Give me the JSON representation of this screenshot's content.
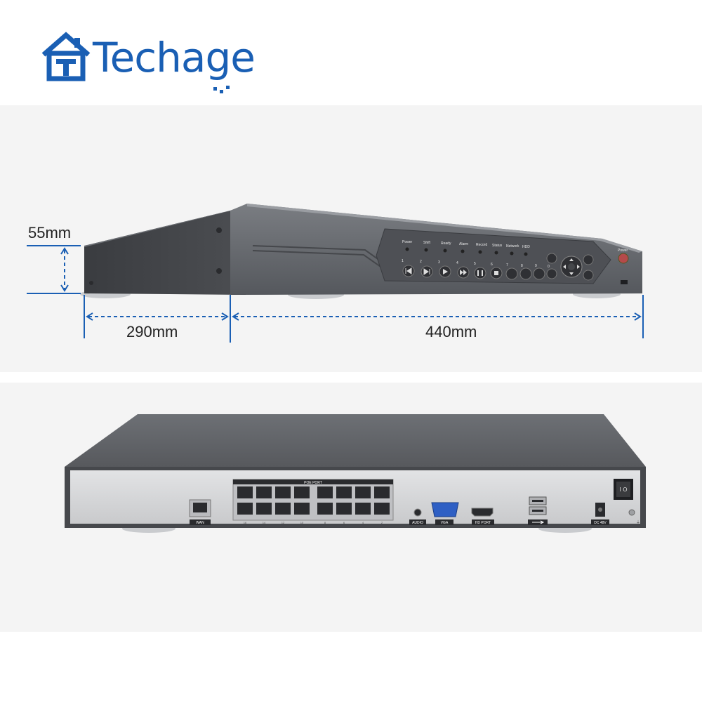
{
  "brand": {
    "name": "Techage",
    "color": "#1a5fb4"
  },
  "dimensions": {
    "height": "55mm",
    "depth": "290mm",
    "width": "440mm"
  },
  "front_panel": {
    "indicators": [
      "Power",
      "Shift",
      "Ready",
      "Alarm",
      "Record",
      "Status",
      "Network",
      "HDD"
    ],
    "button_numbers": [
      "1",
      "2",
      "3",
      "4",
      "5",
      "6",
      "7",
      "8",
      "9",
      "0"
    ],
    "power_label": "Power"
  },
  "rear_panel": {
    "wan_label": "WAN",
    "poe_label": "POE PORT",
    "poe_numbers_top": [
      "16",
      "14",
      "12",
      "10",
      "8",
      "6",
      "4",
      "2"
    ],
    "audio_label": "AUDIO",
    "vga_label": "VGA",
    "hdmi_label": "HD PORT",
    "dc_label": "DC 48V"
  },
  "colors": {
    "accent": "#1a5fb4",
    "chassis": "#5a5d62",
    "rear_plate": "#d6d7d9"
  }
}
